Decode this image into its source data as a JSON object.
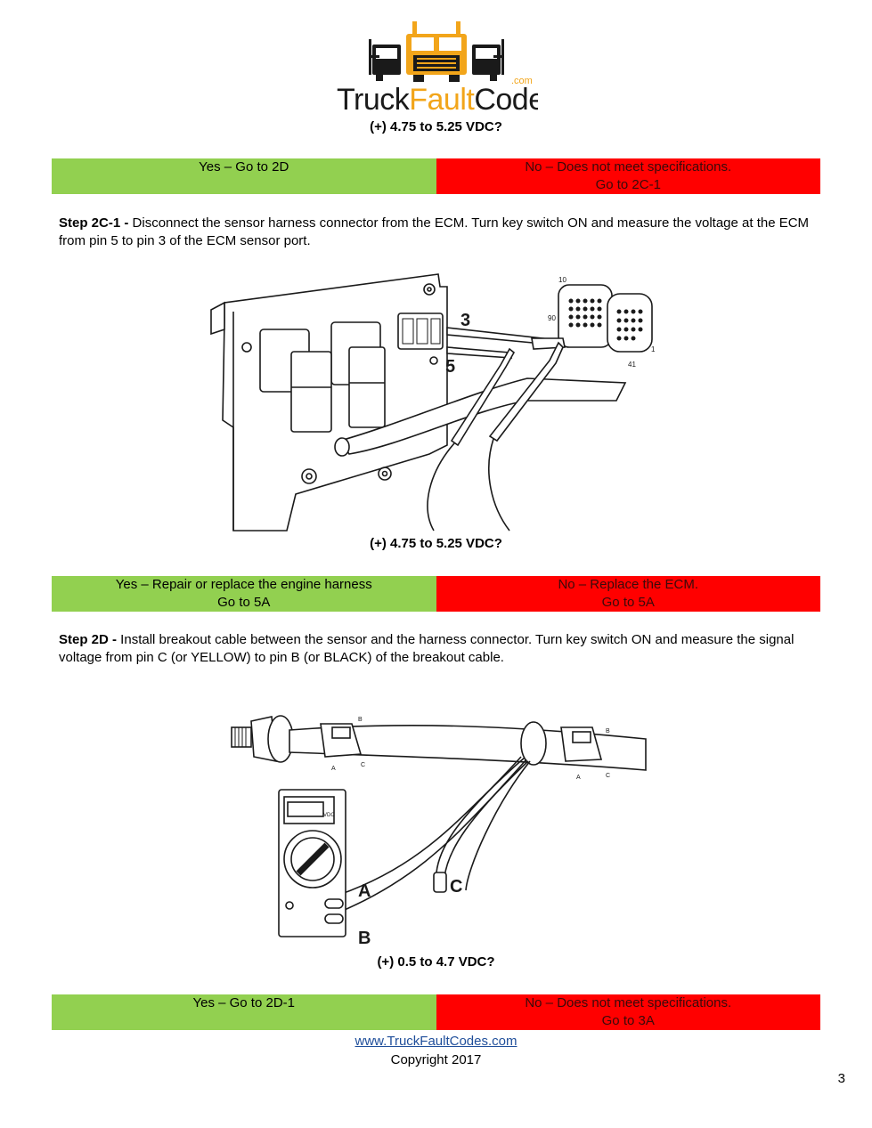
{
  "logo": {
    "name_parts": [
      "Truck",
      "Fault",
      "Codes"
    ],
    "suffix": ".com",
    "colors": {
      "dark": "#1a1a1a",
      "accent": "#f2a51a"
    }
  },
  "questions": {
    "q1": "(+) 4.75 to 5.25 VDC?",
    "q2": "(+) 4.75 to 5.25 VDC?",
    "q3": "(+) 0.5 to 4.7 VDC?"
  },
  "results": [
    {
      "yes": [
        "Yes – Go to 2D"
      ],
      "no": [
        "No – Does not meet specifications.",
        "Go to 2C-1"
      ]
    },
    {
      "yes": [
        "Yes – Repair or replace the engine harness",
        "Go to 5A"
      ],
      "no": [
        "No – Replace the ECM.",
        "Go to 5A"
      ]
    },
    {
      "yes": [
        "Yes – Go to 2D-1"
      ],
      "no": [
        "No – Does not meet specifications.",
        "Go to 3A"
      ]
    }
  ],
  "steps": {
    "s2c1": {
      "label": "Step 2C-1 -",
      "text": " Disconnect the sensor harness connector from the ECM. Turn key switch ON and measure the voltage at the ECM from pin 5 to pin 3 of the ECM sensor port."
    },
    "s2d": {
      "label": "Step 2D -",
      "text": " Install breakout cable between the sensor and the harness connector. Turn key switch ON and measure the signal voltage from pin C (or YELLOW) to pin B (or BLACK) of the breakout cable."
    }
  },
  "diagram1": {
    "pin_top": "3",
    "pin_bottom": "5",
    "conn_labels": [
      "10",
      "90",
      "41",
      "1"
    ]
  },
  "diagram2": {
    "label_a": "A",
    "label_b": "B",
    "label_c": "C",
    "meter_unit": "VDC",
    "conn_pins": [
      "B",
      "A",
      "C"
    ]
  },
  "colors": {
    "yes": "#92d050",
    "no": "#ff0000",
    "link": "#1f4e9a"
  },
  "footer": {
    "link": "www.TruckFaultCodes.com",
    "copyright": "Copyright 2017"
  },
  "page_number": "3"
}
